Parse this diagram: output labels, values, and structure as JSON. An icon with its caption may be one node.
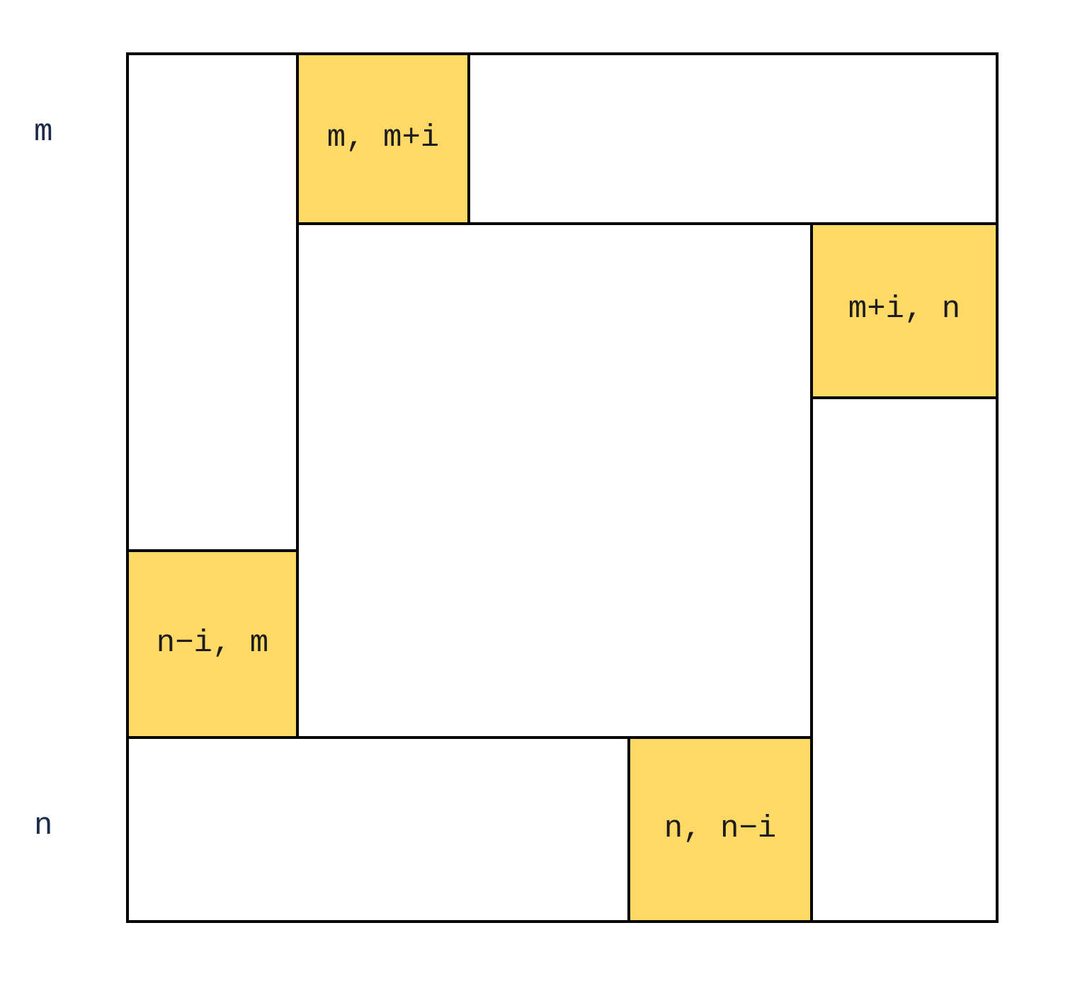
{
  "diagram": {
    "nodes": [
      {
        "text": [],
        "shape": "box"
      },
      {
        "text": [
          "m, m+i"
        ]
      },
      {
        "text": [],
        "shape": "box"
      },
      {
        "text": [
          "m+i, n"
        ]
      },
      {
        "text": [],
        "shape": "box"
      },
      {
        "text": [
          "n−i, m"
        ]
      },
      {
        "text": [],
        "shape": "box"
      },
      {
        "text": [
          "n, n−i"
        ]
      }
    ],
    "edges": [],
    "labels": [
      "m",
      "n"
    ]
  }
}
